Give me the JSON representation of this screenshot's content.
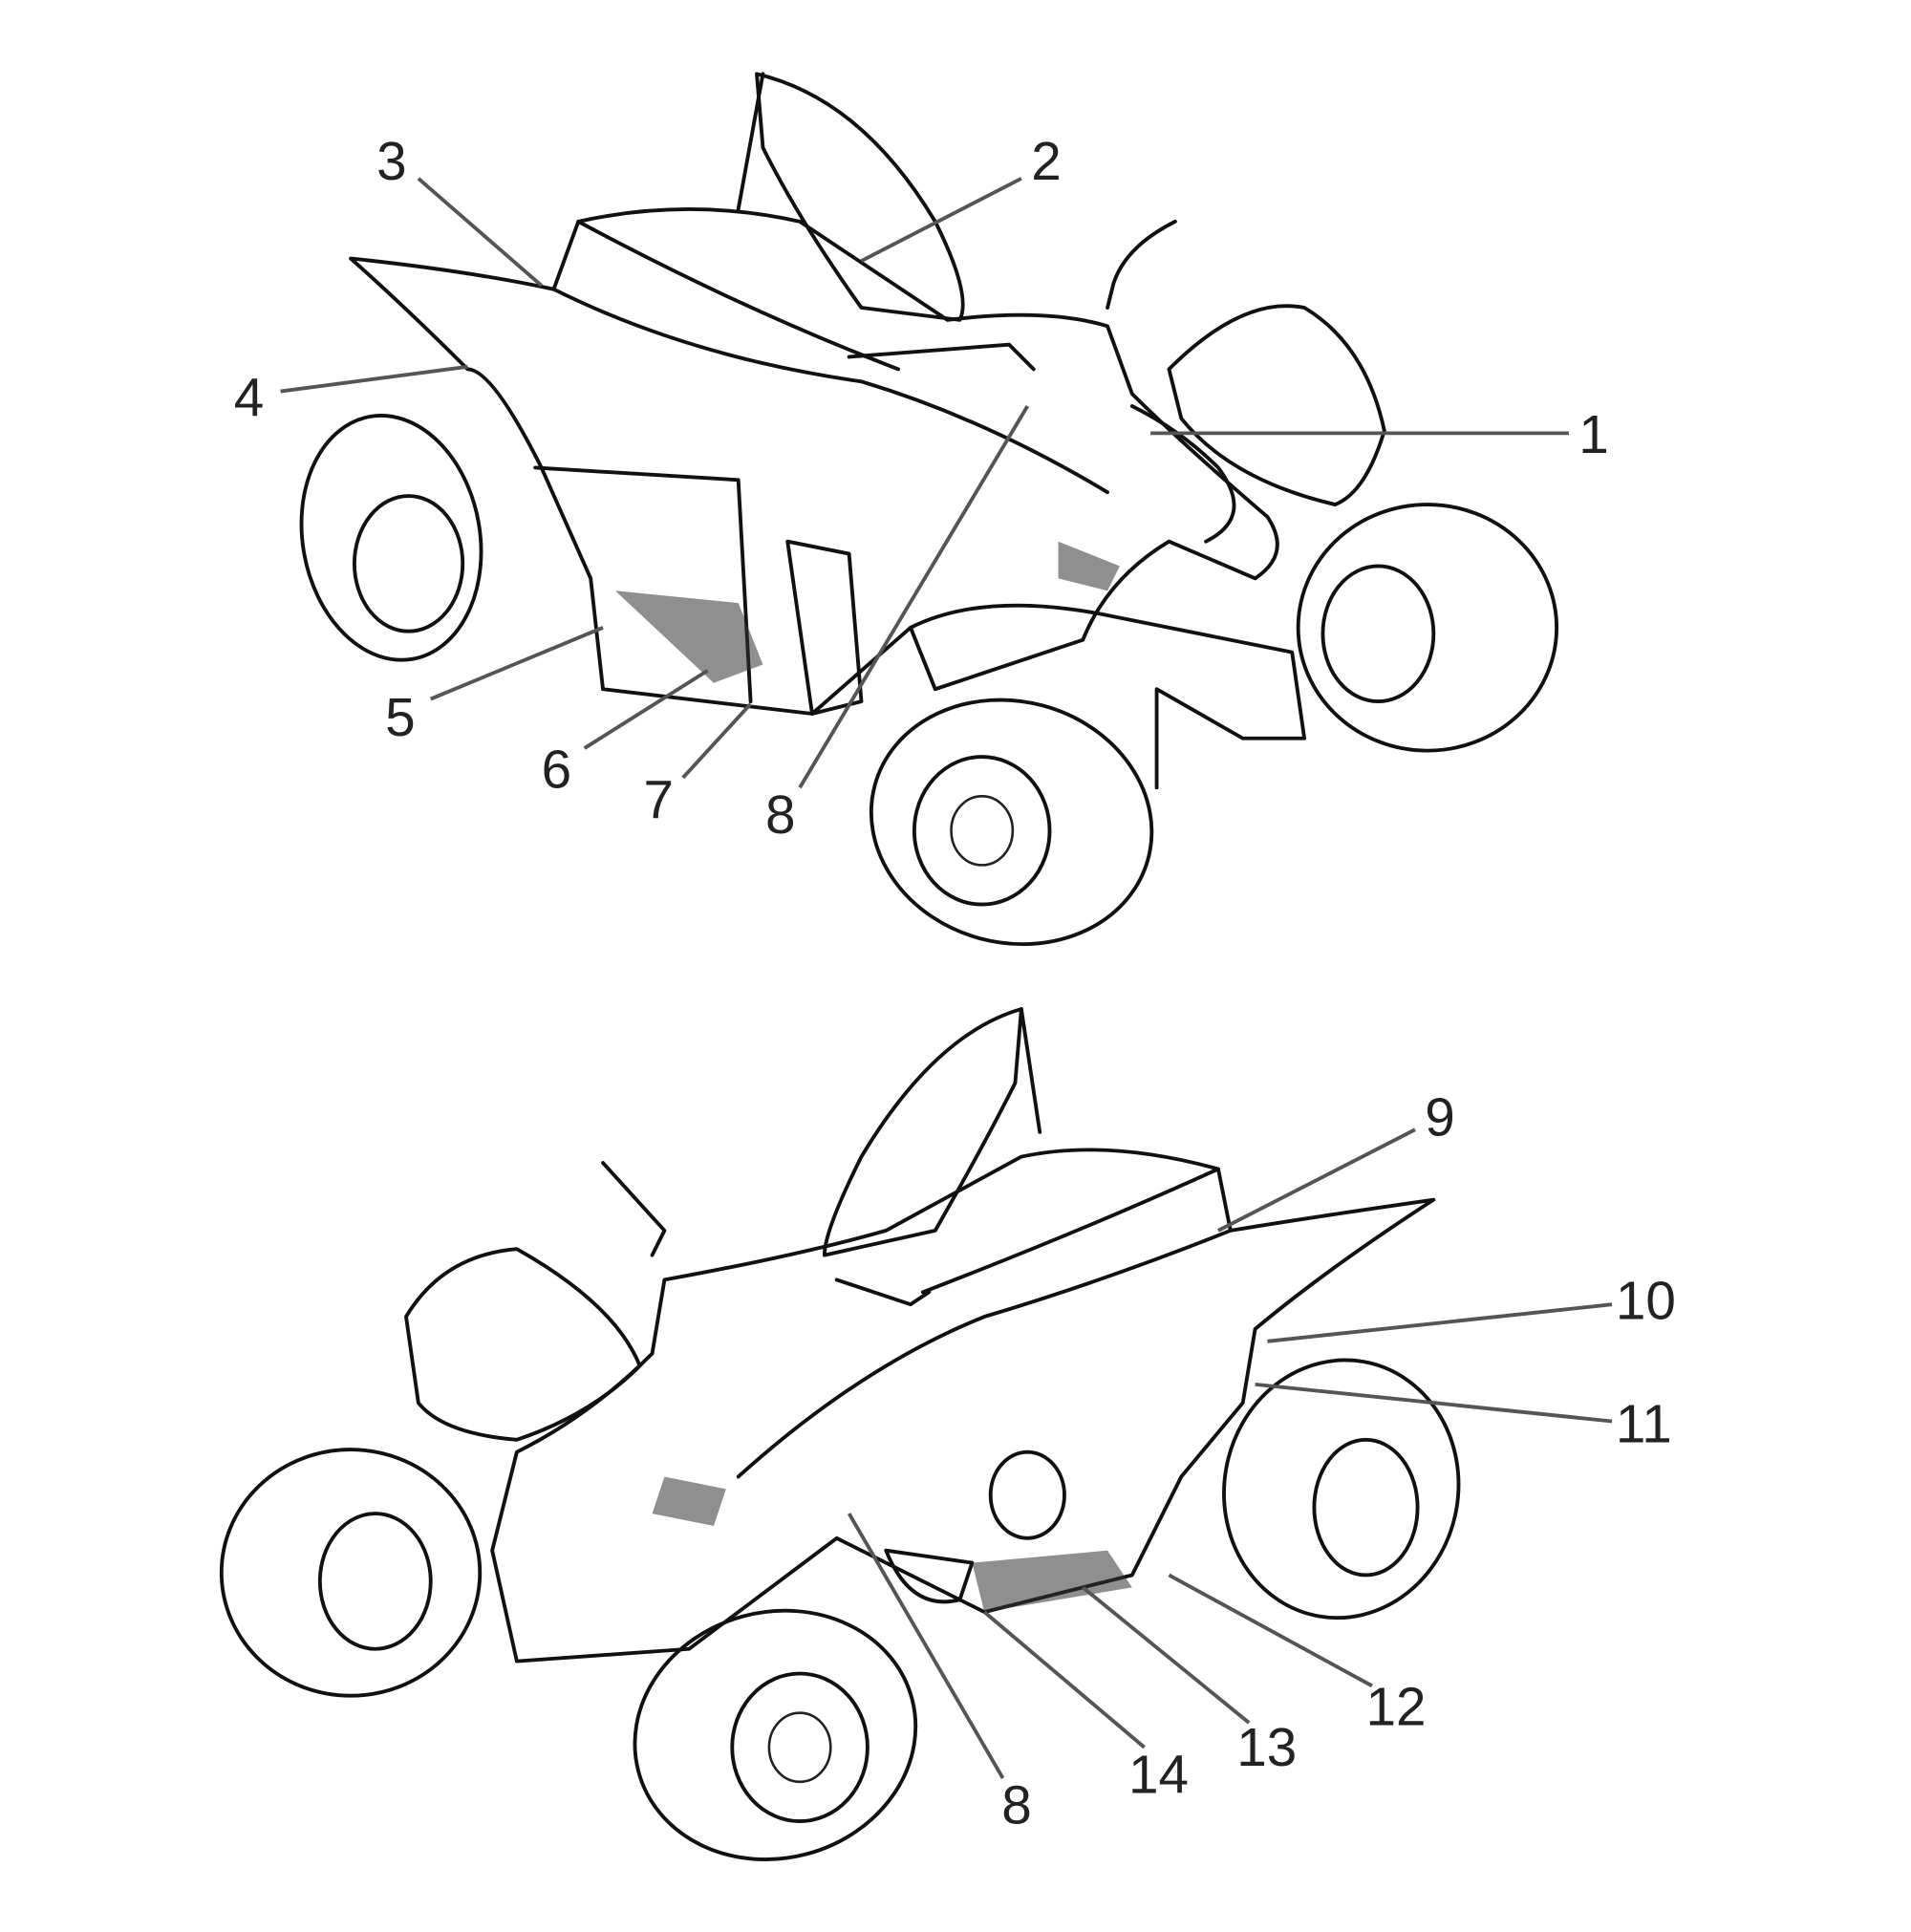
{
  "callouts_top": [
    "1",
    "2",
    "3",
    "4",
    "5",
    "6",
    "7",
    "8"
  ],
  "callouts_bottom": [
    "9",
    "10",
    "11",
    "12",
    "13",
    "14",
    "8"
  ]
}
